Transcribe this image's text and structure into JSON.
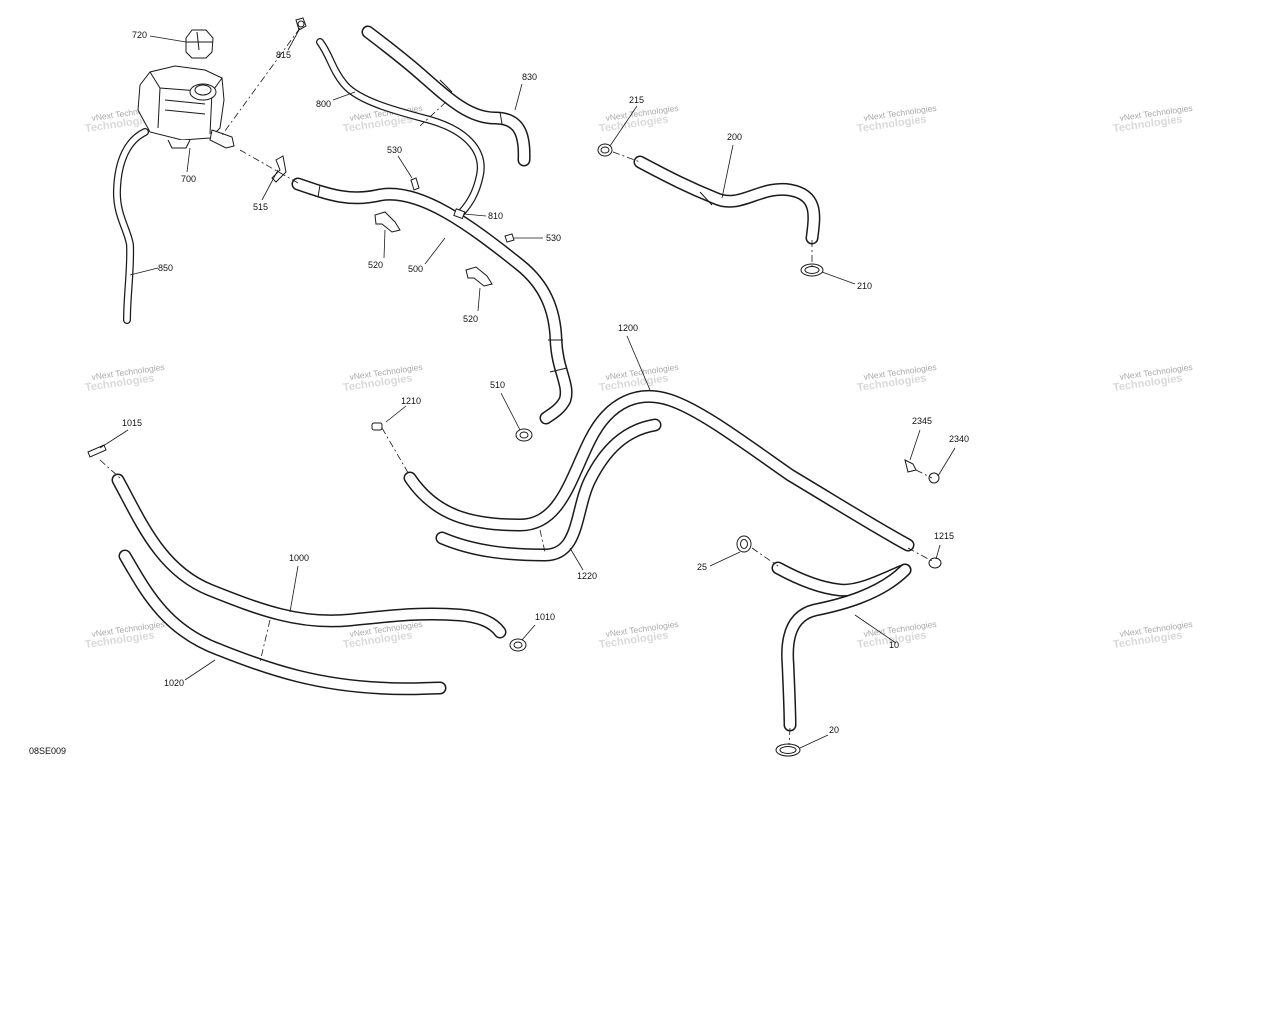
{
  "drawing_code": "08SE009",
  "watermark": {
    "line1": "vNext Technologies",
    "line2": "Technologies"
  },
  "callouts": {
    "c20": "20",
    "c25": "25",
    "c200": "200",
    "c210": "210",
    "c215": "215",
    "c500": "500",
    "c510": "510",
    "c515": "515",
    "c520a": "520",
    "c520b": "520",
    "c530a": "530",
    "c530b": "530",
    "c700": "700",
    "c720": "720",
    "c800": "800",
    "c810": "810",
    "c815": "815",
    "c830": "830",
    "c850": "850",
    "c1000": "1000",
    "c1010": "1010",
    "c1015": "1015",
    "c1020": "1020",
    "c1200": "1200",
    "c1210": "1210",
    "c1215": "1215",
    "c1220": "1220",
    "c2340": "2340",
    "c2345": "2345",
    "c10": "10"
  }
}
